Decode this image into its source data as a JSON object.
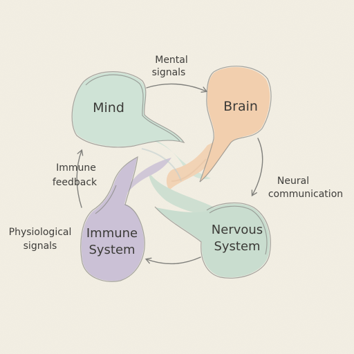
{
  "colors": {
    "background": "#f3efe4",
    "mind": "#cfe3d6",
    "brain": "#f2cfae",
    "nervous_system": "#c9ddcf",
    "immune_system": "#cbc1d6"
  },
  "nodes": {
    "mind": {
      "label": "Mind"
    },
    "brain": {
      "label": "Brain"
    },
    "nervous_system": {
      "label_line1": "Nervous",
      "label_line2": "System"
    },
    "immune_system": {
      "label_line1": "Immune",
      "label_line2": "System"
    }
  },
  "edges": {
    "mind_to_brain": {
      "label_line1": "Mental",
      "label_line2": "signals"
    },
    "brain_to_nervous": {
      "label_line1": "Neural",
      "label_line2": "communication"
    },
    "immune_to_mind": {
      "label_line1": "Immune",
      "label_line2": "feedback"
    },
    "physiological": {
      "label_line1": "Physiological",
      "label_line2": "signals"
    }
  }
}
